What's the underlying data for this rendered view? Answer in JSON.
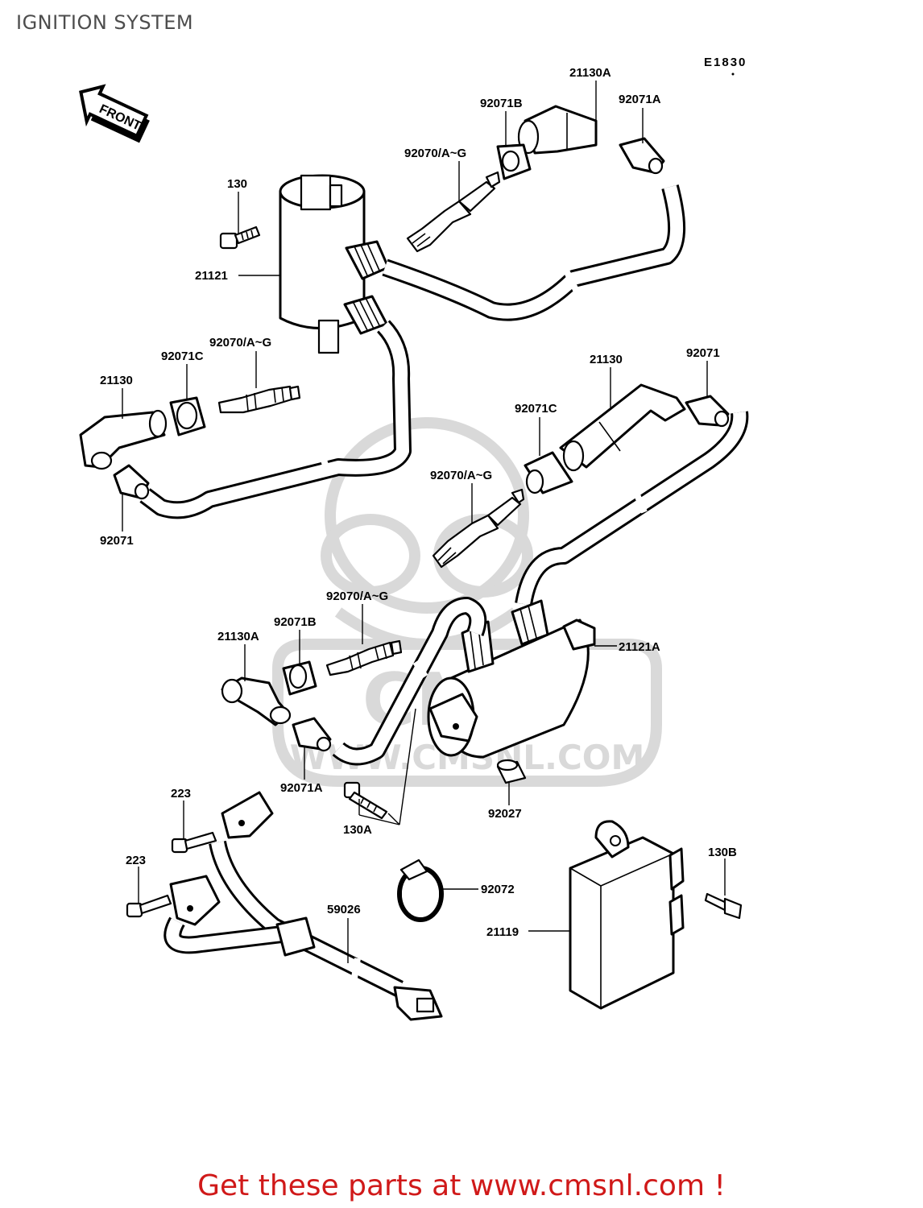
{
  "title": "IGNITION SYSTEM",
  "diagram_code": "E1830",
  "front_label": "FRONT",
  "watermark": {
    "logo_text": "CMS",
    "url": "WWW.CMSNL.COM"
  },
  "footer": "Get these parts at www.cmsnl.com !",
  "callouts": {
    "c21130A_top": "21130A",
    "c92071B_top": "92071B",
    "c92071A_top": "92071A",
    "c92070_top": "92070/A~G",
    "c130": "130",
    "c21121": "21121",
    "c92070_left": "92070/A~G",
    "c92071C_left": "92071C",
    "c21130_left": "21130",
    "c92071_left": "92071",
    "c21130_right": "21130",
    "c92071_right": "92071",
    "c92071C_right": "92071C",
    "c92070_mid": "92070/A~G",
    "c92070_low": "92070/A~G",
    "c21130A_low": "21130A",
    "c92071B_low": "92071B",
    "c21121A": "21121A",
    "c92071A_low": "92071A",
    "c92027": "92027",
    "c130A": "130A",
    "c223_a": "223",
    "c223_b": "223",
    "c59026": "59026",
    "c92072": "92072",
    "c130B": "130B",
    "c21119": "21119"
  }
}
